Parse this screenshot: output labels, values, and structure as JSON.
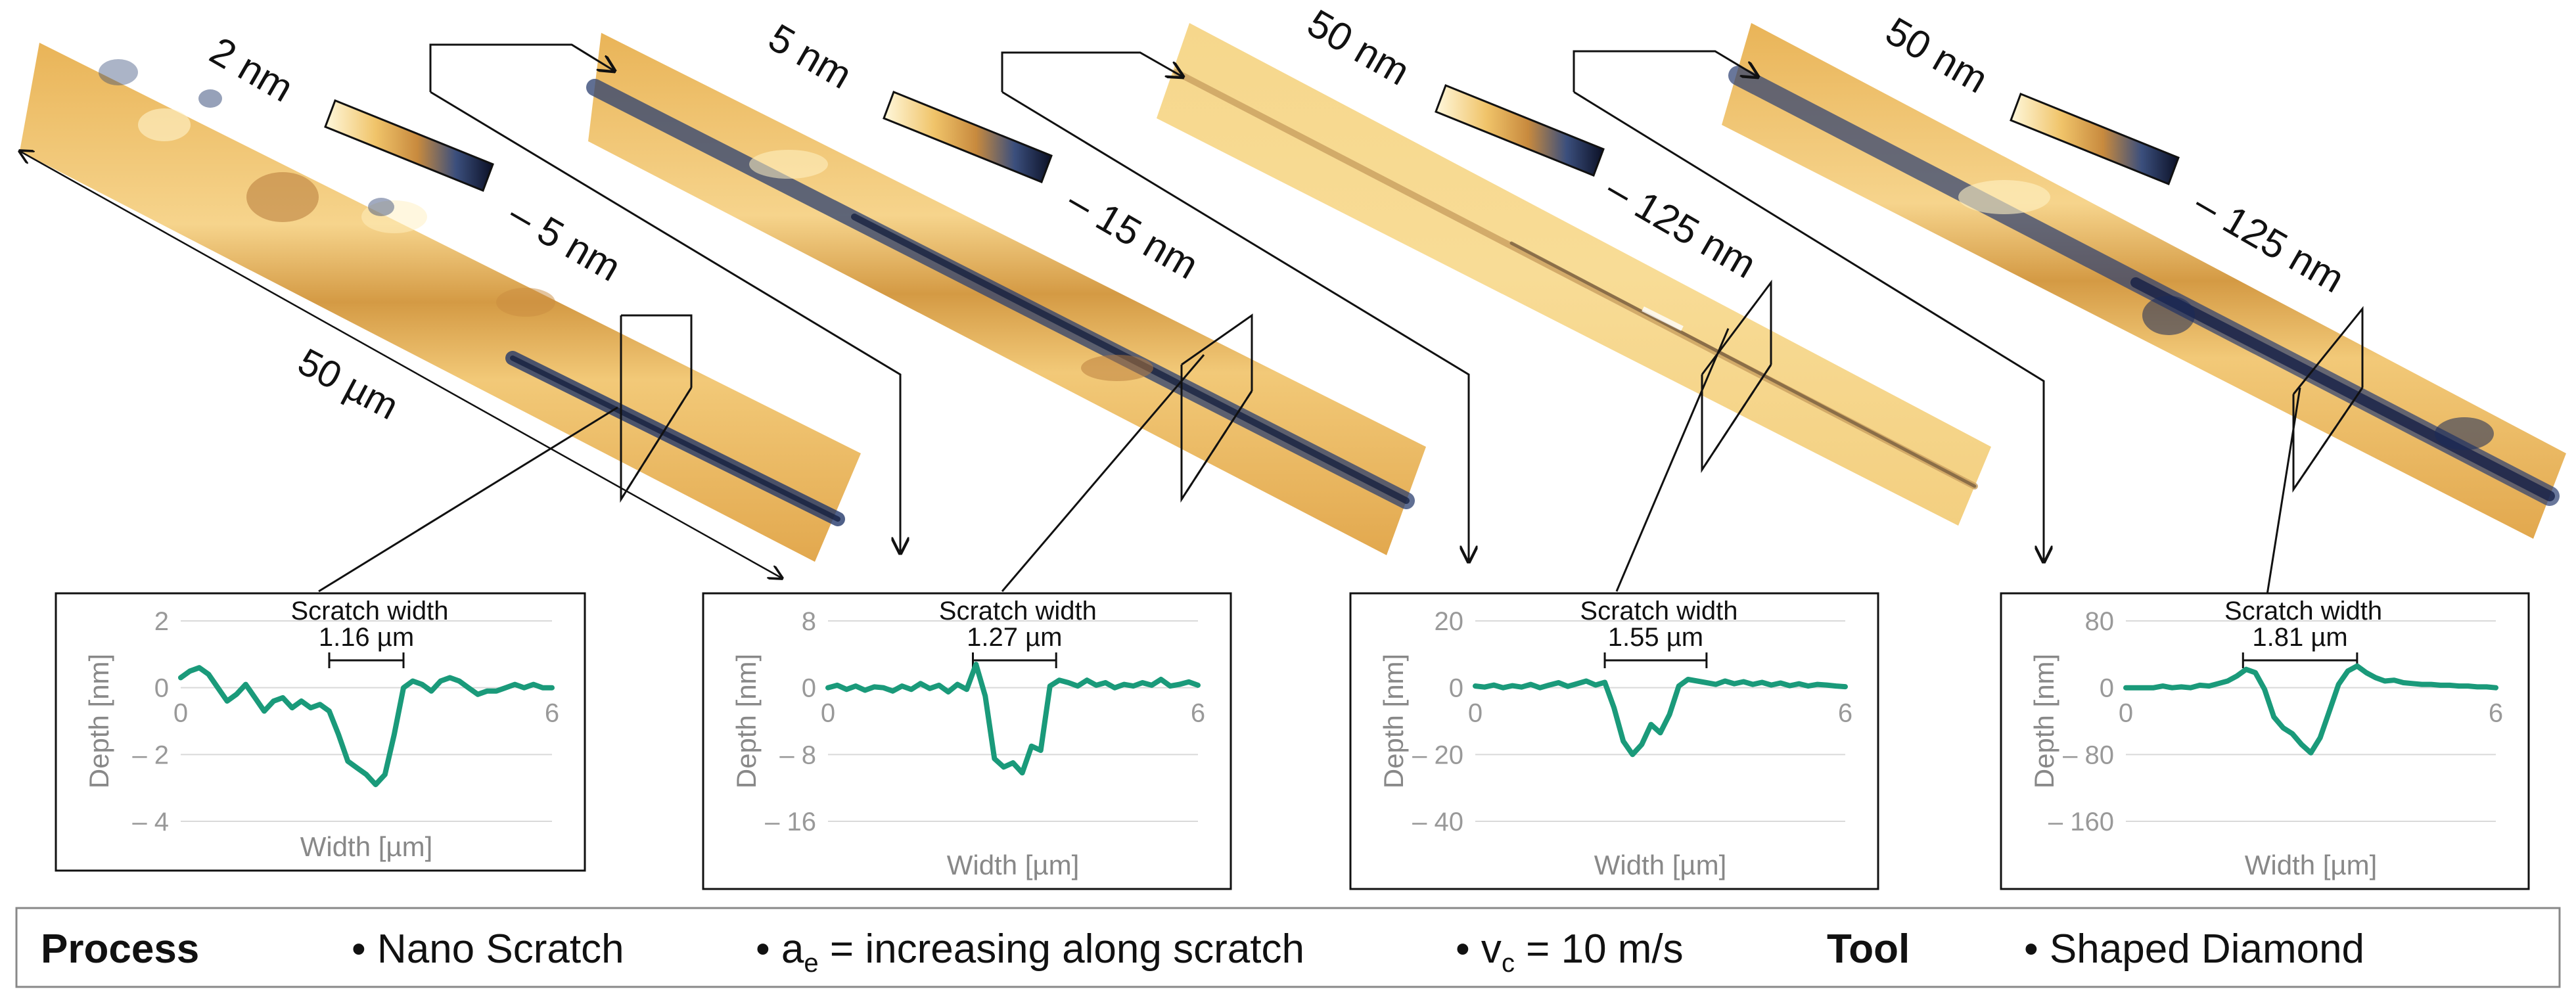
{
  "scale_bar": {
    "label": "50 µm"
  },
  "scans": [
    {
      "top_label": "2 nm",
      "bottom_label": "– 5 nm"
    },
    {
      "top_label": "5 nm",
      "bottom_label": "– 15 nm"
    },
    {
      "top_label": "50 nm",
      "bottom_label": "– 125 nm"
    },
    {
      "top_label": "50 nm",
      "bottom_label": "– 125 nm"
    }
  ],
  "colors": {
    "profile_line": "#1a9a7a",
    "surface_light": "#f4d58a",
    "surface_mid": "#d9a34a",
    "surface_dark": "#1d2d5a",
    "gridline": "#d9d9d9",
    "box_border": "#111111"
  },
  "chart_data": [
    {
      "type": "line",
      "title": "Scratch width",
      "annotation": "1.16 µm",
      "xlabel": "Width [µm]",
      "ylabel": "Depth [nm]",
      "xlim": [
        0,
        6
      ],
      "ylim": [
        -4,
        2
      ],
      "yticks": [
        "2",
        "0",
        "– 2",
        "– 4"
      ],
      "yticks_values": [
        2,
        0,
        -2,
        -4
      ],
      "xticks": [
        "0",
        "6"
      ],
      "xticks_values": [
        0,
        6
      ],
      "width_marker": [
        2.4,
        3.6
      ],
      "series": [
        {
          "x": [
            0,
            0.15,
            0.3,
            0.45,
            0.6,
            0.75,
            0.9,
            1.05,
            1.2,
            1.35,
            1.5,
            1.65,
            1.8,
            1.95,
            2.1,
            2.25,
            2.4,
            2.55,
            2.7,
            2.85,
            3.0,
            3.15,
            3.3,
            3.45,
            3.6,
            3.75,
            3.9,
            4.05,
            4.2,
            4.35,
            4.5,
            4.65,
            4.8,
            4.95,
            5.1,
            5.25,
            5.4,
            5.55,
            5.7,
            5.85,
            6.0
          ],
          "y": [
            0.3,
            0.5,
            0.6,
            0.4,
            0.0,
            -0.4,
            -0.2,
            0.1,
            -0.3,
            -0.7,
            -0.4,
            -0.3,
            -0.6,
            -0.4,
            -0.6,
            -0.5,
            -0.7,
            -1.4,
            -2.2,
            -2.4,
            -2.6,
            -2.9,
            -2.6,
            -1.4,
            0.0,
            0.2,
            0.1,
            -0.1,
            0.2,
            0.3,
            0.2,
            0.0,
            -0.2,
            -0.1,
            -0.1,
            0.0,
            0.1,
            0.0,
            0.1,
            0.0,
            0.0
          ]
        }
      ]
    },
    {
      "type": "line",
      "title": "Scratch width",
      "annotation": "1.27 µm",
      "xlabel": "Width [µm]",
      "ylabel": "Depth [nm]",
      "xlim": [
        0,
        6
      ],
      "ylim": [
        -16,
        8
      ],
      "yticks": [
        "8",
        "0",
        "– 8",
        "– 16"
      ],
      "yticks_values": [
        8,
        0,
        -8,
        -16
      ],
      "xticks": [
        "0",
        "6"
      ],
      "xticks_values": [
        0,
        6
      ],
      "width_marker": [
        2.35,
        3.7
      ],
      "series": [
        {
          "x": [
            0,
            0.15,
            0.3,
            0.45,
            0.6,
            0.75,
            0.9,
            1.05,
            1.2,
            1.35,
            1.5,
            1.65,
            1.8,
            1.95,
            2.1,
            2.25,
            2.4,
            2.55,
            2.7,
            2.85,
            3.0,
            3.15,
            3.3,
            3.45,
            3.6,
            3.75,
            3.9,
            4.05,
            4.2,
            4.35,
            4.5,
            4.65,
            4.8,
            4.95,
            5.1,
            5.25,
            5.4,
            5.55,
            5.7,
            5.85,
            6.0
          ],
          "y": [
            0.0,
            0.3,
            -0.2,
            0.2,
            -0.3,
            0.1,
            0.0,
            -0.4,
            0.2,
            -0.2,
            0.5,
            -0.1,
            0.3,
            -0.5,
            0.4,
            -0.2,
            2.8,
            -1.0,
            -8.5,
            -9.5,
            -9.0,
            -10.2,
            -7.0,
            -7.5,
            0.2,
            0.9,
            0.6,
            0.2,
            0.9,
            0.3,
            0.6,
            0.0,
            0.4,
            0.2,
            0.6,
            0.3,
            1.0,
            0.2,
            0.4,
            0.7,
            0.3
          ]
        }
      ]
    },
    {
      "type": "line",
      "title": "Scratch width",
      "annotation": "1.55 µm",
      "xlabel": "Width [µm]",
      "ylabel": "Depth [nm]",
      "xlim": [
        0,
        6
      ],
      "ylim": [
        -40,
        20
      ],
      "yticks": [
        "20",
        "0",
        "– 20",
        "– 40"
      ],
      "yticks_values": [
        20,
        0,
        -20,
        -40
      ],
      "xticks": [
        "0",
        "6"
      ],
      "xticks_values": [
        0,
        6
      ],
      "width_marker": [
        2.1,
        3.75
      ],
      "series": [
        {
          "x": [
            0,
            0.15,
            0.3,
            0.45,
            0.6,
            0.75,
            0.9,
            1.05,
            1.2,
            1.35,
            1.5,
            1.65,
            1.8,
            1.95,
            2.1,
            2.25,
            2.4,
            2.55,
            2.7,
            2.85,
            3.0,
            3.15,
            3.3,
            3.45,
            3.6,
            3.75,
            3.9,
            4.05,
            4.2,
            4.35,
            4.5,
            4.65,
            4.8,
            4.95,
            5.1,
            5.25,
            5.4,
            5.55,
            5.7,
            5.85,
            6.0
          ],
          "y": [
            0.5,
            0.2,
            0.8,
            0.0,
            0.6,
            0.2,
            1.0,
            0.0,
            0.8,
            1.5,
            0.4,
            1.2,
            2.0,
            0.8,
            1.6,
            -6.0,
            -16.0,
            -20.0,
            -17.0,
            -11.0,
            -13.5,
            -8.0,
            0.5,
            2.5,
            2.0,
            1.5,
            1.0,
            2.0,
            1.2,
            1.8,
            1.0,
            1.6,
            0.8,
            1.4,
            0.6,
            1.2,
            0.5,
            1.0,
            0.8,
            0.5,
            0.3
          ]
        }
      ]
    },
    {
      "type": "line",
      "title": "Scratch width",
      "annotation": "1.81 µm",
      "xlabel": "Width [µm]",
      "ylabel": "Depth [nm]",
      "xlim": [
        0,
        6
      ],
      "ylim": [
        -160,
        80
      ],
      "yticks": [
        "80",
        "0",
        "– 80",
        "– 160"
      ],
      "yticks_values": [
        80,
        0,
        -80,
        -160
      ],
      "xticks": [
        "0",
        "6"
      ],
      "xticks_values": [
        0,
        6
      ],
      "width_marker": [
        1.9,
        3.75
      ],
      "series": [
        {
          "x": [
            0,
            0.15,
            0.3,
            0.45,
            0.6,
            0.75,
            0.9,
            1.05,
            1.2,
            1.35,
            1.5,
            1.65,
            1.8,
            1.95,
            2.1,
            2.25,
            2.4,
            2.55,
            2.7,
            2.85,
            3.0,
            3.15,
            3.3,
            3.45,
            3.6,
            3.75,
            3.9,
            4.05,
            4.2,
            4.35,
            4.5,
            4.65,
            4.8,
            4.95,
            5.1,
            5.25,
            5.4,
            5.55,
            5.7,
            5.85,
            6.0
          ],
          "y": [
            0,
            0,
            0,
            0,
            2,
            0,
            1,
            0,
            3,
            2,
            5,
            8,
            14,
            22,
            18,
            -2,
            -35,
            -48,
            -55,
            -68,
            -78,
            -60,
            -28,
            4,
            20,
            26,
            18,
            12,
            8,
            9,
            6,
            5,
            4,
            4,
            3,
            3,
            2,
            2,
            1,
            1,
            0
          ]
        }
      ]
    }
  ],
  "footer": {
    "process_label": "Process",
    "process_items": [
      {
        "text": "• Nano Scratch"
      },
      {
        "text_pre": "• a",
        "sub": "e",
        "text_post": " = increasing along scratch"
      },
      {
        "text_pre": "• v",
        "sub": "c",
        "text_post": " = 10 m/s"
      }
    ],
    "tool_label": "Tool",
    "tool_items": [
      {
        "text": "• Shaped Diamond"
      }
    ]
  }
}
